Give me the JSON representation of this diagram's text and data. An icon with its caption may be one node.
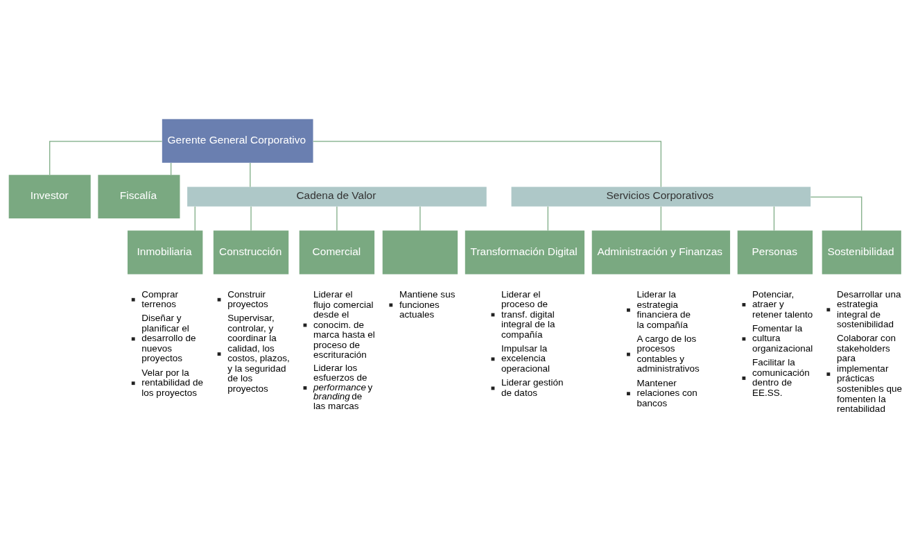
{
  "diagram": {
    "nodes": [
      {
        "text": [
          "Gerente General Corporativo"
        ]
      },
      {
        "text": [
          "Investor"
        ]
      },
      {
        "text": [
          "Fiscalía"
        ]
      },
      {
        "text": [
          "Cadena de Valor"
        ]
      },
      {
        "text": [
          "Servicios Corporativos"
        ]
      },
      {
        "text": [
          "Inmobiliaria"
        ],
        "beside": [
          "Comprar terrenos",
          "Diseñar y planificar el desarrollo de nuevos proyectos",
          "Velar por la rentabilidad de los proyectos"
        ]
      },
      {
        "text": [
          "Construcción"
        ],
        "beside": [
          "Construir proyectos",
          "Supervisar, controlar, y coordinar la calidad, los costos, plazos, y la seguridad de los proyectos"
        ]
      },
      {
        "text": [
          "Comercial"
        ],
        "beside": [
          "Liderar el flujo comercial desde el conocim. de marca hasta el proceso de escrituración",
          "Liderar los esfuerzos de *performance* y *branding* de las marcas"
        ]
      },
      {
        "text": [],
        "shape": "box",
        "beside": [
          "Mantiene sus funciones actuales"
        ]
      },
      {
        "text": [
          "Transformación Digital"
        ],
        "beside": [
          "Liderar el proceso de transf. digital integral de la compañía",
          "Impulsar la excelencia operacional",
          "Liderar gestión de datos"
        ]
      },
      {
        "text": [
          "Administración y Finanzas"
        ],
        "beside": [
          "Liderar la estrategia financiera de la compañía",
          "A cargo de los procesos contables y administrativos",
          "Mantener relaciones con bancos"
        ]
      },
      {
        "text": [
          "Personas"
        ],
        "beside": [
          "Potenciar, atraer y retener talento",
          "Fomentar la cultura organizacional",
          "Facilitar la comunicación dentro de EE.SS."
        ]
      },
      {
        "text": [
          "Sostenibilidad"
        ],
        "beside": [
          "Desarrollar una estrategia integral de sostenibilidad",
          "Colaborar con stakeholders para implementar prácticas sostenibles que fomenten la rentabilidad"
        ]
      }
    ],
    "edges": [
      {
        "from": 0,
        "to": 1,
        "arrow": "none"
      },
      {
        "from": 0,
        "to": 2,
        "arrow": "none"
      },
      {
        "from": 0,
        "to": 3,
        "arrow": "none"
      },
      {
        "from": 0,
        "to": 4,
        "arrow": "none"
      },
      {
        "from": 3,
        "to": 5,
        "arrow": "none"
      },
      {
        "from": 3,
        "to": 6,
        "arrow": "none"
      },
      {
        "from": 3,
        "to": 7,
        "arrow": "none"
      },
      {
        "from": 3,
        "to": 8,
        "arrow": "none"
      },
      {
        "from": 4,
        "to": 9,
        "arrow": "none"
      },
      {
        "from": 4,
        "to": 10,
        "arrow": "none"
      },
      {
        "from": 4,
        "to": 11,
        "arrow": "none"
      },
      {
        "from": 4,
        "to": 12,
        "arrow": "none"
      }
    ]
  }
}
